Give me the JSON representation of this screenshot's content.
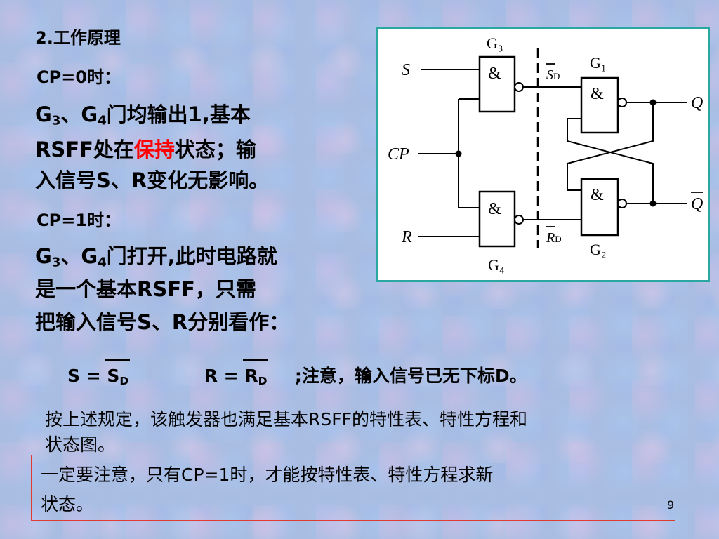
{
  "slide": {
    "heading": "2.工作原理",
    "cp0": {
      "label": "CP=0时：",
      "g3": "G",
      "g3sub": "3",
      "sep": "、",
      "g4": "G",
      "g4sub": "4",
      "line1_rest": "门均输出1,基本",
      "line2_pre": "RSFF处在",
      "line2_red": "保持",
      "line2_post": "状态；输",
      "line3": "入信号S、R变化无影响。"
    },
    "cp1": {
      "label": "CP=1时：",
      "g3": "G",
      "g3sub": "3",
      "sep": "、",
      "g4": "G",
      "g4sub": "4",
      "line1_rest": "门打开,此时电路就",
      "line2": "是一个基本RSFF，只需",
      "line3": "把输入信号S、R分别看作："
    },
    "equation": {
      "s_lhs": "S = ",
      "s_rhs": "S",
      "s_sub": "D",
      "r_lhs": "R = ",
      "r_rhs": "R",
      "r_sub": "D",
      "note": ";注意，输入信号已无下标D。"
    },
    "paragraph": {
      "line1": "按上述规定，该触发器也满足基本RSFF的特性表、特性方程和",
      "line2": "状态图。"
    },
    "warning": {
      "line1": "一定要注意，只有CP=1时，才能按特性表、特性方程求新",
      "line2": "状态。"
    },
    "page_number": "9"
  },
  "circuit": {
    "g3": "G₃",
    "g1": "G₁",
    "g2": "G₂",
    "g4": "G₄",
    "and_symbol": "&",
    "input_s": "S",
    "input_cp": "CP",
    "input_r": "R",
    "sd": "S",
    "sd_sub": "D",
    "rd": "R",
    "rd_sub": "D",
    "out_q": "Q",
    "out_qbar": "Q",
    "border_color": "#2aa7a1"
  },
  "colors": {
    "highlight": "#ff0000",
    "warning_border": "#e23b2f"
  }
}
